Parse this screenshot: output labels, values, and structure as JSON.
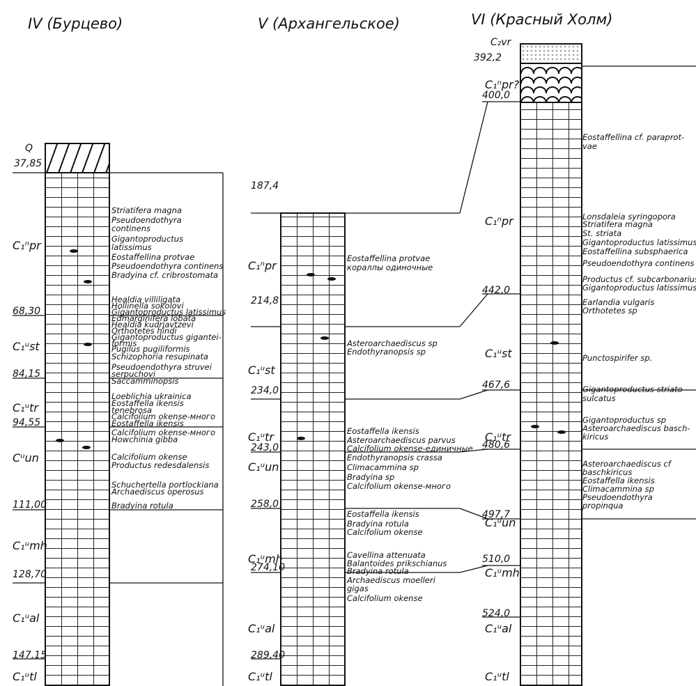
{
  "sections": [
    {
      "title": "IV (Бурцево)",
      "top_layer": {
        "label": "Q",
        "depth": "37,85"
      },
      "units": [
        {
          "index": "C₁ⁿpr",
          "depth": "68,30"
        },
        {
          "index": "C₁ᵘst",
          "depth": "84,15"
        },
        {
          "index": "C₁ᵘtr",
          "depth": "94,55"
        },
        {
          "index": "Cᵘun",
          "depth": "111,00"
        },
        {
          "index": "C₁ᵘmh",
          "depth": "128,70"
        },
        {
          "index": "C₁ᵘal",
          "depth": "147,15"
        },
        {
          "index": "C₁ᵘtl",
          "depth": ""
        }
      ],
      "fossils": [
        "Striatifera magna",
        "Pseudoendothyra",
        "continens",
        "Gigantoproductus",
        "latissimus",
        "Eostaffellina protvae",
        "Pseudoendothyra continens",
        "Bradyina cf. cribrostomata",
        "Healdia villiligata",
        "Hollinella sokolovi",
        "Gigantoproductus latissimus",
        "Edmarginifera lobata",
        "Healdia kudrjavtzevi",
        "Orthotetes hindi",
        "Gigantoproductus gigantei-",
        "formis",
        "Pugilus pugiliformis",
        "Schizophoria resupinata",
        "Pseudoendothyra struvei",
        "serpuchovi",
        "Saccamminopsis",
        "Loeblichia ukrainica",
        "Eostaffella ikensis",
        "tenebrosa",
        "Calcifolium okense-много",
        "Eostaffella ikensis",
        "Calcifolium okense-много",
        "Howchinia gibba",
        "Calcifolium okense",
        "Productus redesdalensis",
        "Schuchertella portlockiana",
        "Archaediscus operosus",
        "Bradyina rotula"
      ]
    },
    {
      "title": "V (Архангельское)",
      "units": [
        {
          "index": "C₁ⁿpr",
          "depth": "187,4"
        },
        {
          "index": "C₁ᵘst",
          "depth": "214,8"
        },
        {
          "index": "C₁ᵘtr",
          "depth": "234,0"
        },
        {
          "index": "C₁ᵘun",
          "depth": "243,0"
        },
        {
          "index": "C₁ᵘmh",
          "depth": "258,0"
        },
        {
          "index": "C₁ᵘal",
          "depth": "274,10"
        },
        {
          "index": "C₁ᵘtl",
          "depth": "289,40"
        }
      ],
      "fossils": [
        "Eostaffellina protvae",
        "кораллы одиночные",
        "Asteroarchaediscus sp",
        "Endothyranopsis sp",
        "Eostaffella ikensis",
        "Asteroarchaediscus parvus",
        "Calcifolium okense-единичные",
        "Endothyranopsis crassa",
        "Climacammina sp",
        "Bradyina sp",
        "Calcifolium okense-много",
        "Eostaffella ikensis",
        "Bradyina rotula",
        "Calcifolium okense",
        "Cavellina attenuata",
        "Balantoides prikschianus",
        "Bradyina rotula",
        "Archaediscus moelleri",
        "gigas",
        "Calcifolium okense"
      ]
    },
    {
      "title": "VI (Красный Холм)",
      "top_layer": {
        "label": "C₂vr",
        "depth": "392,2"
      },
      "units": [
        {
          "index": "C₁ⁿpr?",
          "depth": "400,0"
        },
        {
          "index": "C₁ⁿpr",
          "depth": "442,0"
        },
        {
          "index": "C₁ᵘst",
          "depth": "467,6"
        },
        {
          "index": "C₁ᵘtr",
          "depth": "480,6"
        },
        {
          "index": "C₁ᵘun",
          "depth": "497,7"
        },
        {
          "index": "C₁ᵘmh",
          "depth": "510,0"
        },
        {
          "index": "C₁ᵘal",
          "depth": "524,0"
        },
        {
          "index": "C₁ᵘtl",
          "depth": ""
        }
      ],
      "fossils": [
        "Eostaffellina cf. paraprot-",
        "vae",
        "Lonsdaleia syringopora",
        "Striatifera magna",
        "St. striata",
        "Gigantoproductus latissimus",
        "Eostaffellina subsphaerica",
        "Pseudoendothyra continens",
        "Productus cf. subcarbonarius",
        "Gigantoproductus latissimus",
        "Earlandia vulgaris",
        "Orthotetes sp",
        "Punctospirifer sp.",
        "Gigantoproductus striato-",
        "sulcatus",
        "Gigantoproductus sp",
        "Asteroarchaediscus basch-",
        "kiricus",
        "Asteroarchaediscus cf",
        "baschkiricus",
        "Eostaffella ikensis",
        "Climacammina sp",
        "Pseudoendothyra",
        "propinqua"
      ]
    }
  ]
}
